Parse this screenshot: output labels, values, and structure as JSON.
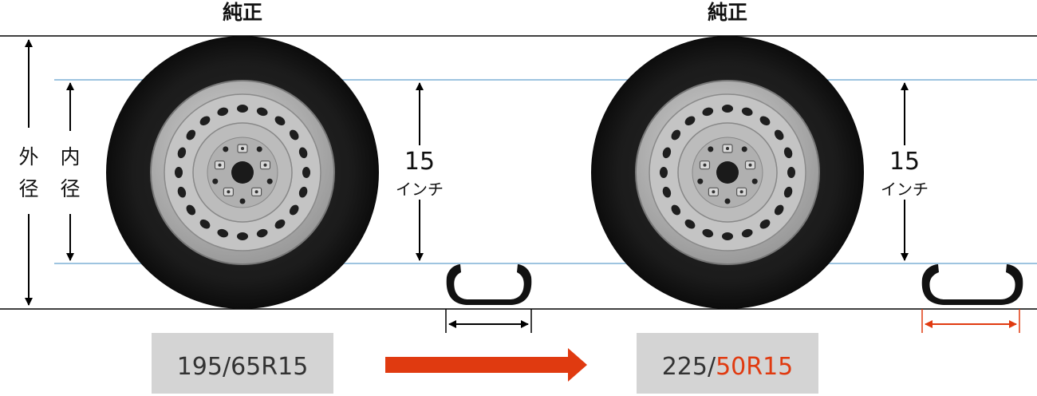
{
  "wheels": [
    {
      "title": "純正",
      "rim_size": "15",
      "rim_unit": "インチ"
    },
    {
      "title": "純正",
      "rim_size": "15",
      "rim_unit": "インチ"
    }
  ],
  "labels": {
    "outer_diameter": [
      "外",
      "径"
    ],
    "inner_diameter": [
      "内",
      "径"
    ]
  },
  "specs": {
    "before": "195/65R15",
    "after_prefix": "225/",
    "after_highlight": "50R15"
  },
  "colors": {
    "accent_red": "#e03a10",
    "guide_blue": "#7fb1d6",
    "spec_box": "#d4d4d4",
    "tire": "#151515",
    "rim": "#b5b5b5"
  }
}
